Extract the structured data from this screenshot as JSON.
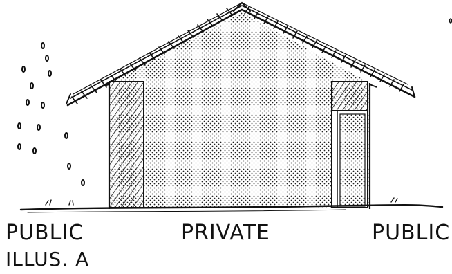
{
  "drawing": {
    "labels": {
      "left": "PUBLIC",
      "center": "PRIVATE",
      "right": "PUBLIC"
    },
    "caption": "ILLUS. A",
    "ink_color": "#111111",
    "paper_color": "#ffffff"
  }
}
